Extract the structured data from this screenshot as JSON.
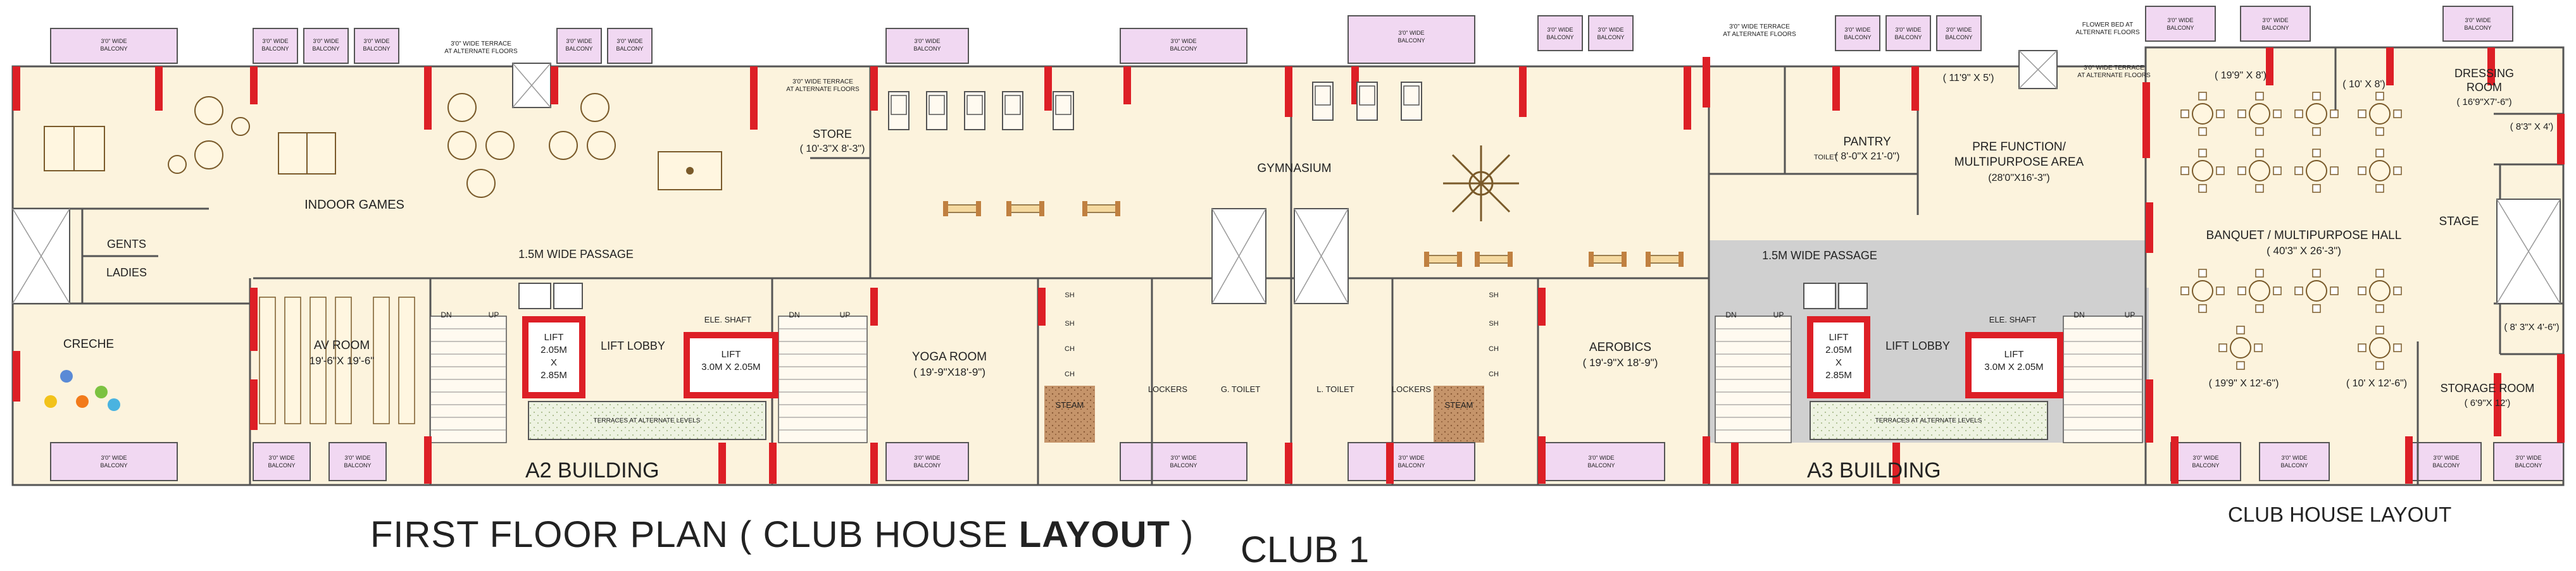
{
  "plan": {
    "title_main": "FIRST FLOOR PLAN  ( CLUB HOUSE",
    "title_bold": "LAYOUT",
    "title_end": ")",
    "subtitle": "CLUB 1",
    "building_a2": "A2 BUILDING",
    "building_a3": "A3 BUILDING",
    "club_house_layout": "CLUB HOUSE LAYOUT"
  },
  "rooms": {
    "indoor_games": "INDOOR GAMES",
    "gents": "GENTS",
    "ladies": "LADIES",
    "creche": "CRECHE",
    "av_room": "AV ROOM",
    "av_room_size": "19'-6\"X 19'-6\"",
    "passage_left": "1.5M WIDE PASSAGE",
    "store": "STORE",
    "store_size": "( 10'-3\"X 8'-3\")",
    "gymnasium": "GYMNASIUM",
    "yoga_room": "YOGA ROOM",
    "yoga_room_size": "( 19'-9\"X18'-9\")",
    "steam": "STEAM",
    "lockers": "LOCKERS",
    "g_toilet": "G. TOILET",
    "l_toilet": "L. TOILET",
    "aerobics": "AEROBICS",
    "aerobics_size": "( 19'-9\"X 18'-9\")",
    "pantry": "PANTRY",
    "pantry_size": "( 8'-0\"X 21'-0\")",
    "pre_function": "PRE FUNCTION/",
    "multipurpose_area": "MULTIPURPOSE AREA",
    "pre_function_size": "(28'0\"X16'-3\")",
    "size_11_9": "( 11'9\" X 5')",
    "passage_right": "1.5M WIDE PASSAGE",
    "banquet": "BANQUET / MULTIPURPOSE HALL",
    "banquet_size": "( 40'3\" X 26'-3\")",
    "stage": "STAGE",
    "dressing_room": "DRESSING",
    "dressing_room_2": "ROOM",
    "dressing_size": "( 16'9\"X7'-6\")",
    "storage_room": "STORAGE ROOM",
    "storage_size": "( 6'9\"X 12')",
    "size_19_9_8": "( 19'9\" X 8')",
    "size_10_8": "( 10' X 8')",
    "size_8_3_4": "( 8'3\" X 4')",
    "size_8_3_4_6": "( 8' 3\"X 4'-6\")",
    "size_19_9_12_6": "( 19'9\" X 12'-6\")",
    "size_10_12_6": "( 10' X 12'-6\")",
    "lift_lobby": "LIFT LOBBY",
    "lift": "LIFT",
    "lift_small_a": "2.05M",
    "lift_small_x": "X",
    "lift_small_b": "2.85M",
    "lift_large": "3.0M X 2.05M",
    "ele_shaft": "ELE. SHAFT",
    "dn": "DN",
    "up": "UP",
    "sh": "SH",
    "ch": "CH",
    "toilet": "TOILET",
    "balcony_1": "3'0\" WIDE",
    "balcony_2": "BALCONY",
    "terrace_alt": "TERRACES AT ALTERNATE LEVELS",
    "terrace_note_1": "3'0\" WIDE TERRACE",
    "terrace_note_2": "AT ALTERNATE FLOORS",
    "flower_bed_1": "FLOWER BED AT",
    "flower_bed_2": "ALTERNATE FLOORS"
  },
  "colors": {
    "floor": "#fcf3dd",
    "wall": "#dd1f26",
    "balcony": "#f1d8f2",
    "lobby": "#d0d0d0",
    "outline": "#555555"
  }
}
